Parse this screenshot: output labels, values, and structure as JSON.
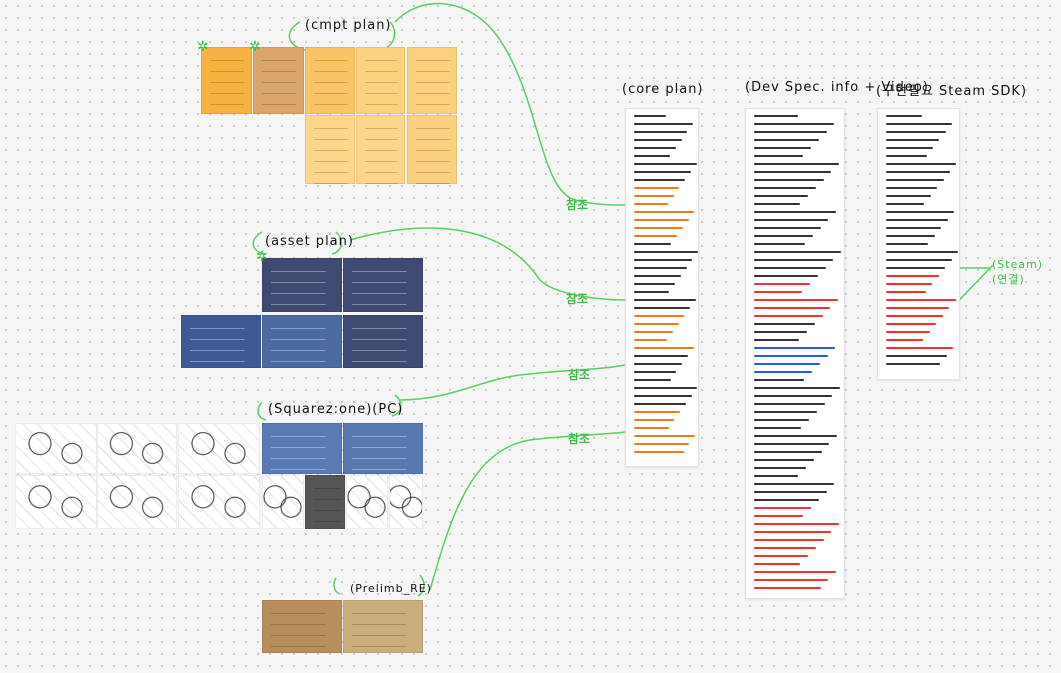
{
  "sections": {
    "concept_plan": "(cmpt plan)",
    "asset_plan": "(asset plan)",
    "squarez": "(Squarez:one)(PC)",
    "prelim": "(Prelimb_RE)",
    "core_plan": "(core plan)",
    "dev_info": "(Dev Spec. info + Video)",
    "steam": "(구현필요 Steam SDK)"
  },
  "references": [
    "참조",
    "참조",
    "참조",
    "참조"
  ],
  "steam_note": "(Steam) (연결)",
  "colors": {
    "connector": "#5ccf62",
    "annotation_red": "#e33",
    "annotation_orange": "#f07a1a",
    "annotation_blue": "#2a5bd7"
  }
}
